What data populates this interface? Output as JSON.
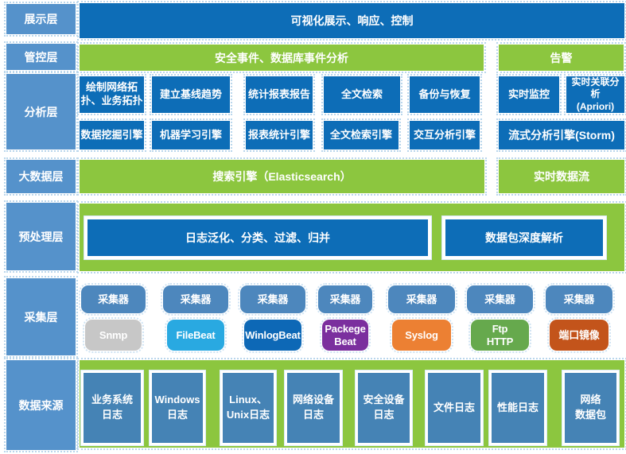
{
  "colors": {
    "dark_blue": "#0d6db7",
    "green": "#8cc63f",
    "label_blue": "#5592cb",
    "source_box_blue": "#4583b5",
    "collector_blue": "#4d87bd"
  },
  "layers": {
    "display": {
      "label": "展示层",
      "bar": "可视化展示、响应、控制"
    },
    "control": {
      "label": "管控层",
      "analysis_bar": "安全事件、数据库事件分析",
      "alert_bar": "告警"
    },
    "analysis": {
      "label": "分析层",
      "functions": [
        "绘制网络拓\n扑、业务拓扑",
        "建立基线趋势",
        "统计报表报告",
        "全文检索",
        "备份与恢复",
        "实时监控",
        "实时关联分析\n(Apriori)"
      ],
      "engines": [
        "数据挖掘引擎",
        "机器学习引擎",
        "报表统计引擎",
        "全文检索引擎",
        "交互分析引擎",
        "流式分析引擎(Storm)"
      ]
    },
    "bigdata": {
      "label": "大数据层",
      "search_bar": "搜索引擎（Elasticsearch）",
      "stream_bar": "实时数据流"
    },
    "preprocess": {
      "label": "预处理层",
      "boxes": [
        "日志泛化、分类、过滤、归并",
        "数据包深度解析"
      ]
    },
    "collect": {
      "label": "采集层",
      "collector_label": "采集器",
      "agents": [
        {
          "name": "Snmp",
          "color": "#c7c7c7"
        },
        {
          "name": "FileBeat",
          "color": "#29a9e1"
        },
        {
          "name": "WinlogBeat",
          "color": "#0d68b6"
        },
        {
          "name": "Packege\nBeat",
          "color": "#7b2f9e"
        },
        {
          "name": "Syslog",
          "color": "#ec8033"
        },
        {
          "name": "Ftp\nHTTP",
          "color": "#66a94d"
        },
        {
          "name": "端口镜像",
          "color": "#c3541b"
        }
      ]
    },
    "sources": {
      "label": "数据来源",
      "boxes": [
        "业务系统\n日志",
        "Windows日志",
        "Linux、\nUnix日志",
        "网络设备\n日志",
        "安全设备\n日志",
        "文件日志",
        "性能日志",
        "网络\n数据包"
      ]
    }
  }
}
